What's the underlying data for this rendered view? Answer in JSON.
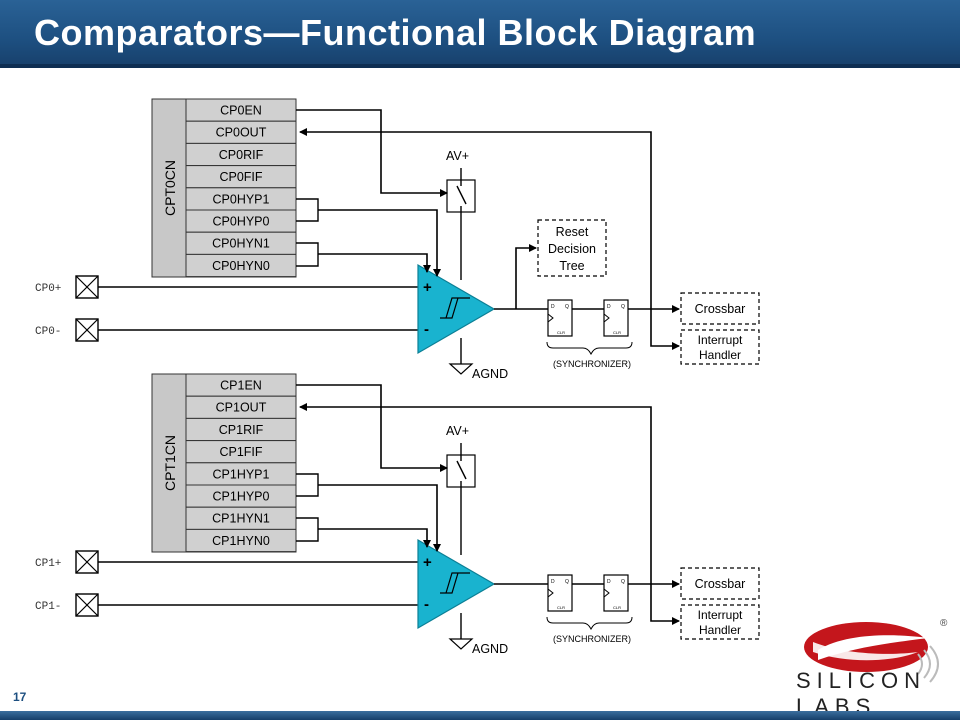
{
  "slide": {
    "title": "Comparators—Functional Block Diagram",
    "number": "17"
  },
  "colors": {
    "title_bar": "#1d4f80",
    "comparator_fill": "#19b3cf",
    "register_fill": "#d0d0d0",
    "logo_red": "#c4161c"
  },
  "comparators": [
    {
      "register_name": "CPT0CN",
      "bits": [
        "CP0EN",
        "CP0OUT",
        "CP0RIF",
        "CP0FIF",
        "CP0HYP1",
        "CP0HYP0",
        "CP0HYN1",
        "CP0HYN0"
      ],
      "pin_plus": "CP0+",
      "pin_minus": "CP0-",
      "supply": "AV+",
      "ground": "AGND",
      "synchronizer": "(SYNCHRONIZER)",
      "reset": [
        "Reset",
        "Decision",
        "Tree"
      ],
      "crossbar": "Crossbar",
      "interrupt": [
        "Interrupt",
        "Handler"
      ]
    },
    {
      "register_name": "CPT1CN",
      "bits": [
        "CP1EN",
        "CP1OUT",
        "CP1RIF",
        "CP1FIF",
        "CP1HYP1",
        "CP1HYP0",
        "CP1HYN1",
        "CP1HYN0"
      ],
      "pin_plus": "CP1+",
      "pin_minus": "CP1-",
      "supply": "AV+",
      "ground": "AGND",
      "synchronizer": "(SYNCHRONIZER)",
      "crossbar": "Crossbar",
      "interrupt": [
        "Interrupt",
        "Handler"
      ]
    }
  ],
  "symbols": {
    "plus": "+",
    "minus": "-",
    "ff_d": "D",
    "ff_q": "Q",
    "ff_clr": "CLR"
  },
  "logo": {
    "text": "SILICON LABS",
    "mark": "®"
  }
}
